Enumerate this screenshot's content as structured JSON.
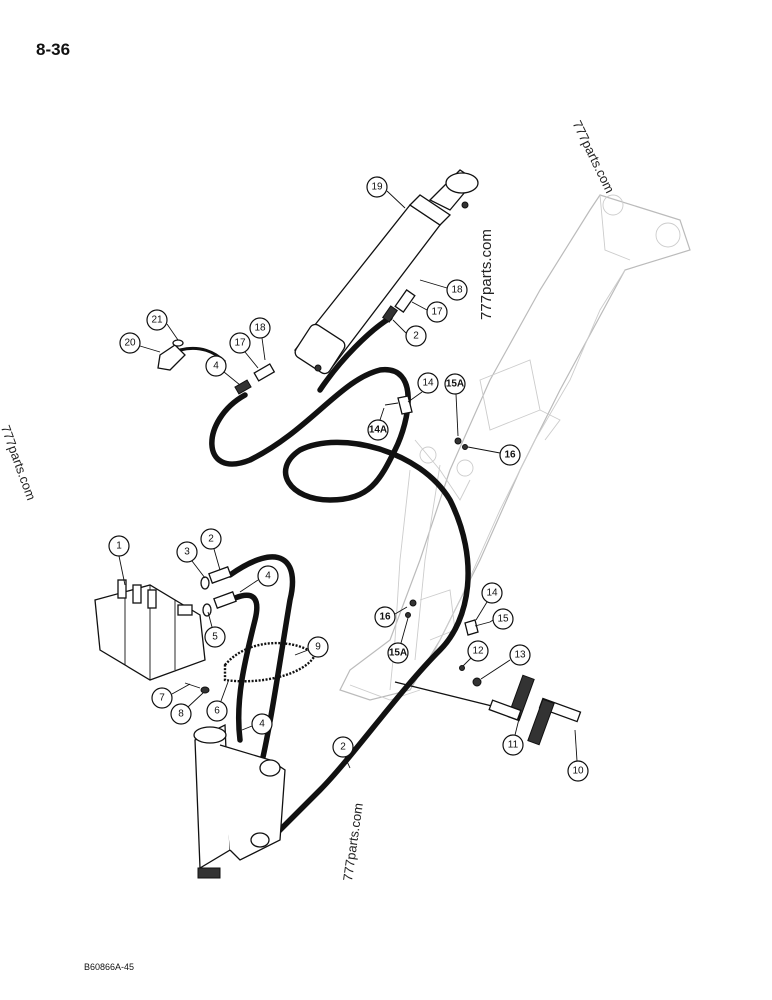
{
  "page_number": "8-36",
  "figure_code": "B60866A-45",
  "watermarks": [
    "777parts.com",
    "777parts.com",
    "777parts.com",
    "777parts.com"
  ],
  "callouts": [
    "1",
    "2",
    "3",
    "4",
    "5",
    "6",
    "7",
    "8",
    "9",
    "10",
    "11",
    "12",
    "13",
    "14",
    "15",
    "16",
    "17",
    "18",
    "19",
    "20",
    "21",
    "14A",
    "15A",
    "2",
    "4",
    "17",
    "18",
    "4",
    "2",
    "14",
    "15A",
    "16"
  ],
  "colors": {
    "line": "#111111",
    "frame": "#bbbbbb",
    "background": "#ffffff"
  }
}
